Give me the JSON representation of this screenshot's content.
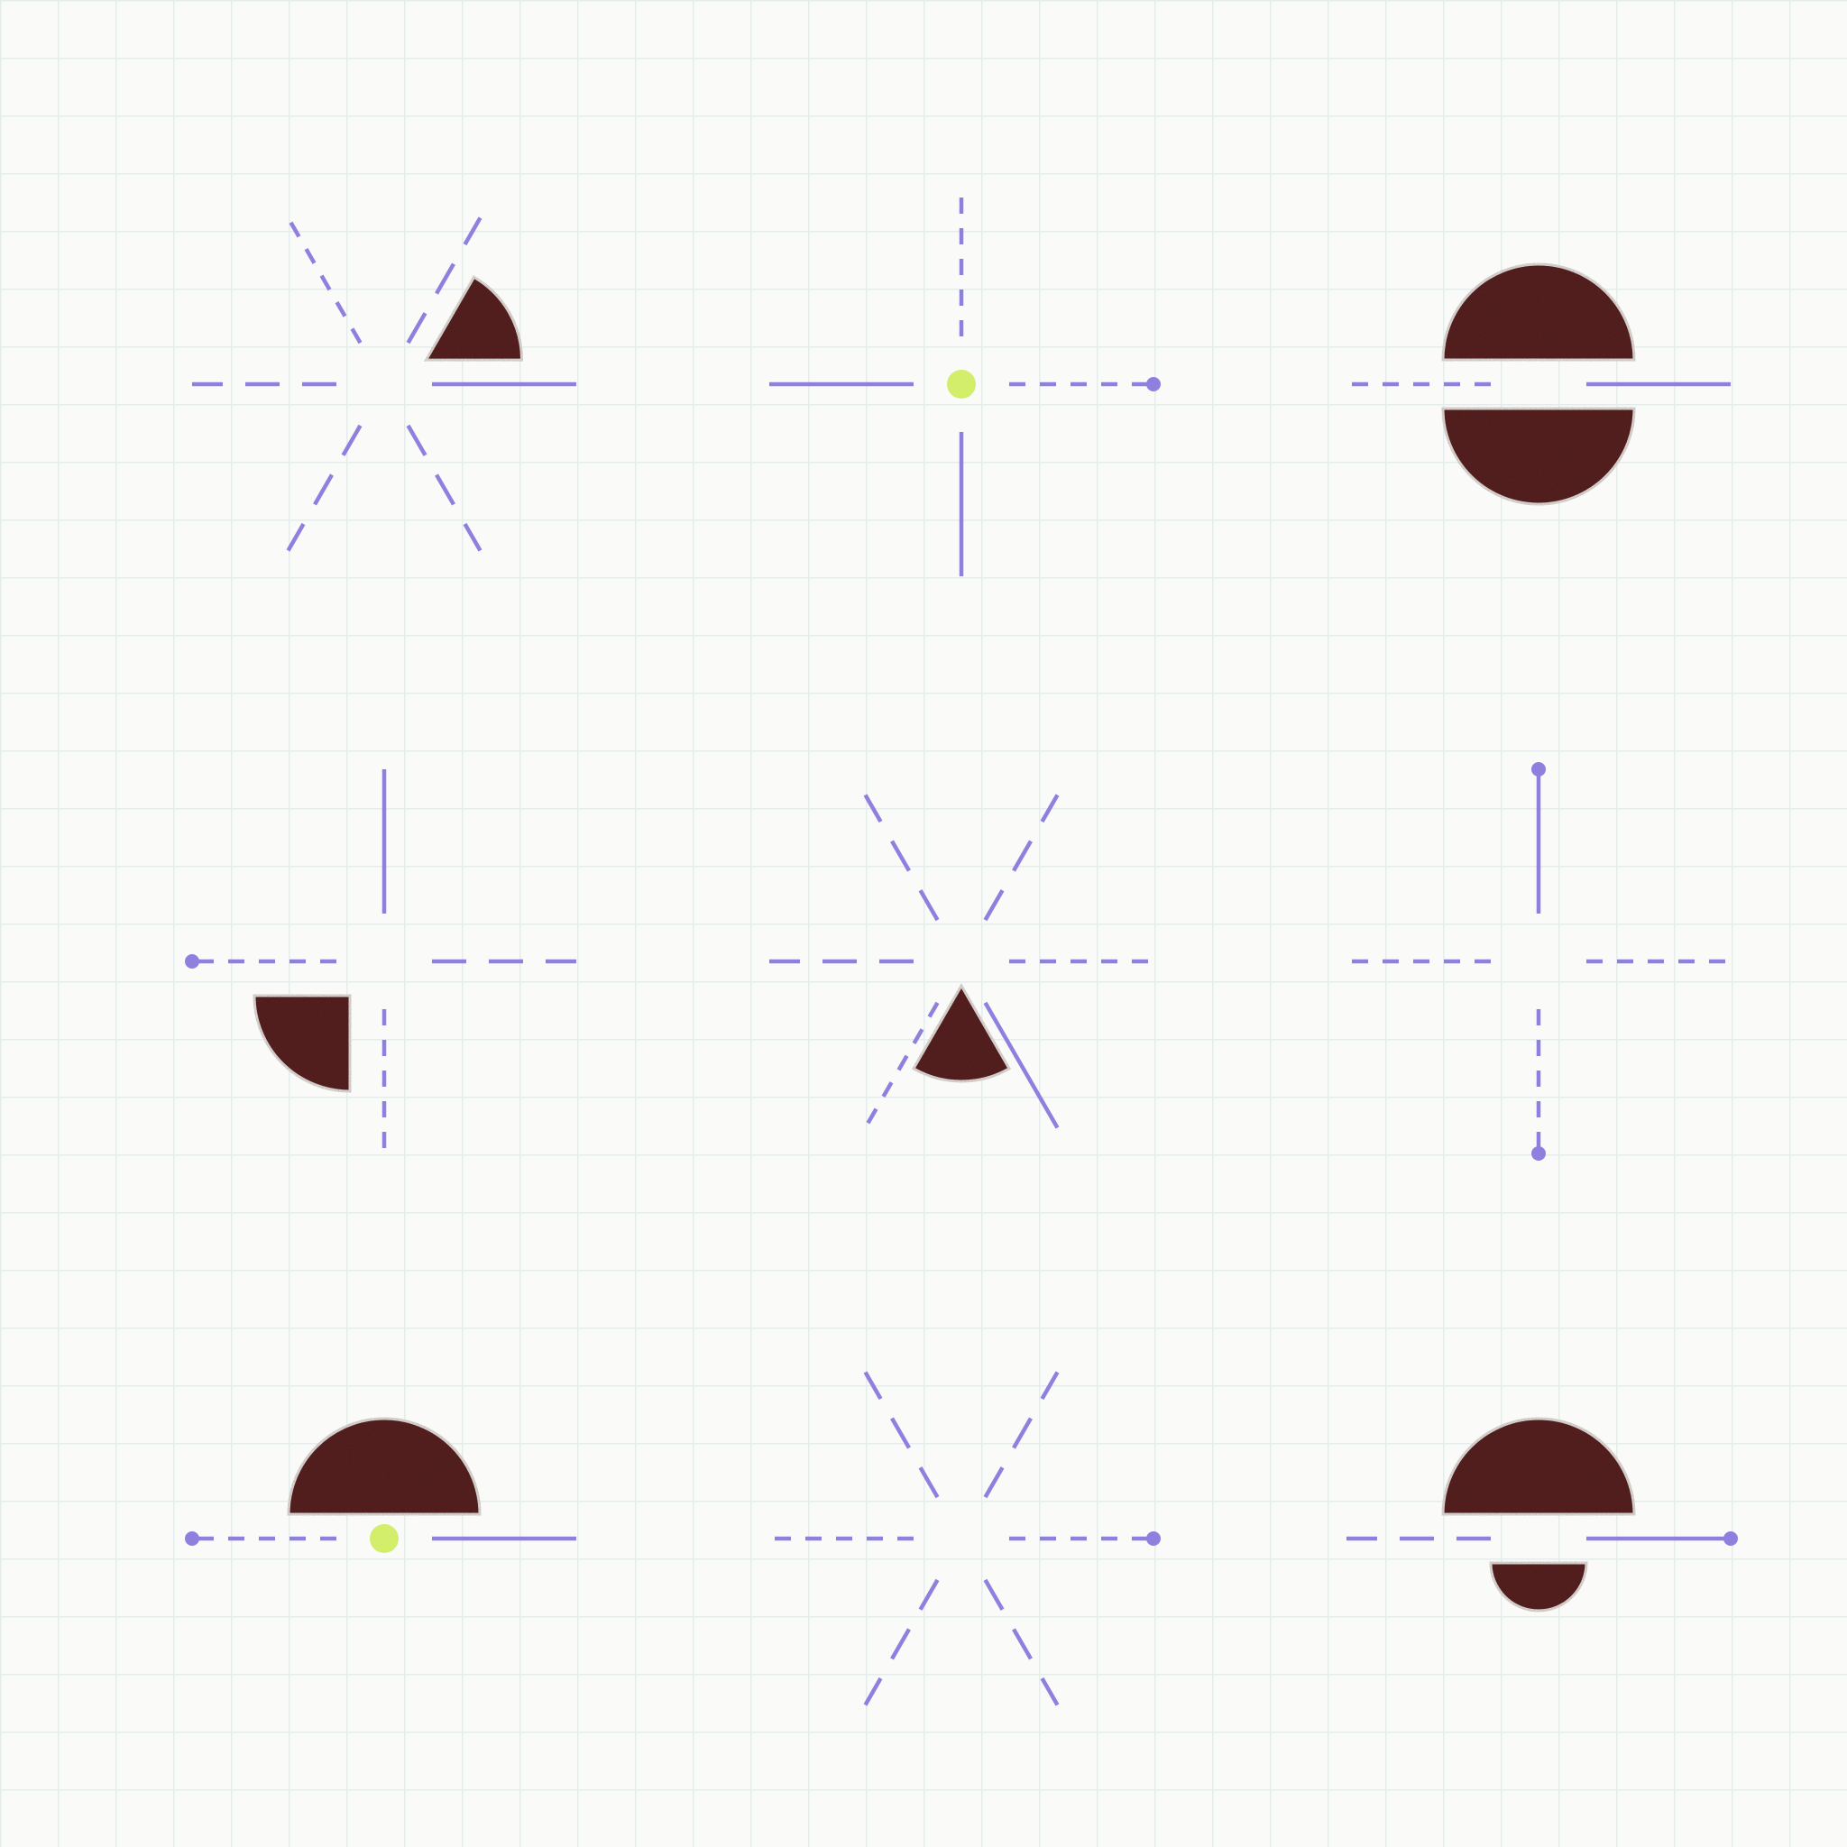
{
  "colors": {
    "background": "#fafaf8",
    "grid": "#e5ecec",
    "line": "#8f80e0",
    "shape": "#4f1f1f",
    "dot": "#d3ee6a"
  },
  "tiles": [
    {
      "rays": [
        {
          "angle": 0,
          "style": "solid"
        },
        {
          "angle": 60,
          "style": "long-dash"
        },
        {
          "angle": 120,
          "style": "short-dash"
        },
        {
          "angle": 180,
          "style": "long-dash"
        },
        {
          "angle": 240,
          "style": "long-dash"
        },
        {
          "angle": 300,
          "style": "long-dash"
        }
      ],
      "shapes": [
        {
          "kind": "wedge",
          "start": 0,
          "end": 60,
          "size": "medium"
        }
      ]
    },
    {
      "rays": [
        {
          "angle": 0,
          "style": "short-dash",
          "endDot": true
        },
        {
          "angle": 90,
          "style": "short-dash"
        },
        {
          "angle": 180,
          "style": "solid"
        },
        {
          "angle": 270,
          "style": "solid"
        }
      ],
      "centerDot": true,
      "shapes": []
    },
    {
      "rays": [
        {
          "angle": 0,
          "style": "solid"
        },
        {
          "angle": 180,
          "style": "short-dash"
        }
      ],
      "shapes": [
        {
          "kind": "semicircle",
          "side": "top",
          "size": "large"
        },
        {
          "kind": "semicircle",
          "side": "bottom",
          "size": "large"
        }
      ]
    },
    {
      "rays": [
        {
          "angle": 0,
          "style": "long-dash"
        },
        {
          "angle": 90,
          "style": "solid"
        },
        {
          "angle": 180,
          "style": "short-dash",
          "endDot": true
        },
        {
          "angle": 270,
          "style": "short-dash"
        }
      ],
      "shapes": [
        {
          "kind": "wedge",
          "start": 180,
          "end": 270,
          "size": "medium"
        }
      ]
    },
    {
      "rays": [
        {
          "angle": 0,
          "style": "short-dash"
        },
        {
          "angle": 60,
          "style": "long-dash"
        },
        {
          "angle": 120,
          "style": "long-dash"
        },
        {
          "angle": 180,
          "style": "long-dash"
        },
        {
          "angle": 240,
          "style": "short-dash"
        },
        {
          "angle": 300,
          "style": "solid"
        }
      ],
      "shapes": [
        {
          "kind": "wedge",
          "start": 240,
          "end": 300,
          "size": "medium",
          "apexAtCenter": true
        }
      ]
    },
    {
      "rays": [
        {
          "angle": 0,
          "style": "short-dash"
        },
        {
          "angle": 90,
          "style": "solid",
          "endDot": true
        },
        {
          "angle": 180,
          "style": "short-dash"
        },
        {
          "angle": 270,
          "style": "short-dash",
          "endDot": true
        }
      ],
      "shapes": []
    },
    {
      "rays": [
        {
          "angle": 0,
          "style": "solid"
        },
        {
          "angle": 180,
          "style": "short-dash",
          "endDot": true
        }
      ],
      "centerDot": true,
      "shapes": [
        {
          "kind": "semicircle",
          "side": "top",
          "size": "large"
        }
      ]
    },
    {
      "rays": [
        {
          "angle": 0,
          "style": "short-dash",
          "endDot": true
        },
        {
          "angle": 60,
          "style": "long-dash"
        },
        {
          "angle": 120,
          "style": "long-dash"
        },
        {
          "angle": 180,
          "style": "short-dash"
        },
        {
          "angle": 240,
          "style": "long-dash"
        },
        {
          "angle": 300,
          "style": "long-dash"
        }
      ],
      "shapes": []
    },
    {
      "rays": [
        {
          "angle": 0,
          "style": "solid",
          "endDot": true
        },
        {
          "angle": 180,
          "style": "long-dash"
        }
      ],
      "shapes": [
        {
          "kind": "semicircle",
          "side": "top",
          "size": "large"
        },
        {
          "kind": "semicircle",
          "side": "bottom",
          "size": "small"
        }
      ]
    }
  ]
}
